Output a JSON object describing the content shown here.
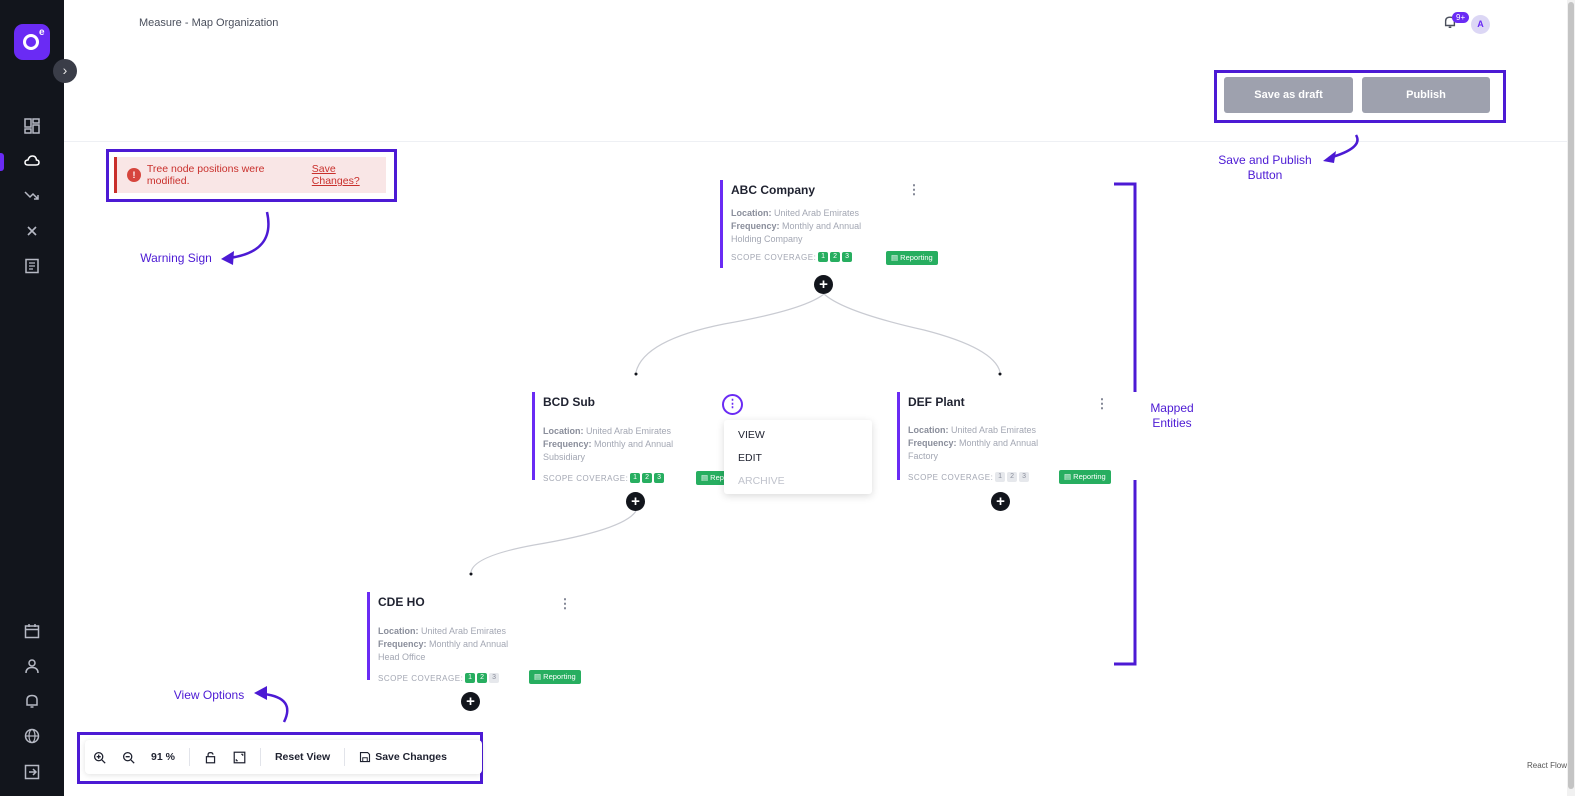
{
  "header": {
    "title": "Measure - Map Organization",
    "notifications_badge": "9+",
    "avatar_initial": "A"
  },
  "actions": {
    "save_draft": "Save as draft",
    "publish": "Publish"
  },
  "warning": {
    "icon": "!",
    "text": "Tree node positions were modified.",
    "link": "Save Changes?"
  },
  "annotations": {
    "warning_sign": "Warning Sign",
    "save_publish_line1": "Save and Publish",
    "save_publish_line2": "Button",
    "mapped_line1": "Mapped",
    "mapped_line2": "Entities",
    "view_options": "View Options"
  },
  "labels": {
    "location": "Location:",
    "frequency": "Frequency:",
    "scope": "SCOPE COVERAGE:",
    "reporting": "Reporting"
  },
  "nodes": [
    {
      "name": "ABC Company",
      "location": "United Arab Emirates",
      "frequency": "Monthly and Annual",
      "type": "Holding Company",
      "scopes": [
        1,
        2,
        3
      ],
      "active": [
        true,
        true,
        true
      ]
    },
    {
      "name": "BCD Sub",
      "location": "United Arab Emirates",
      "frequency": "Monthly and Annual",
      "type": "Subsidiary",
      "scopes": [
        1,
        2,
        3
      ],
      "active": [
        true,
        true,
        true
      ],
      "reporting_partial": "Repo"
    },
    {
      "name": "DEF Plant",
      "location": "United Arab Emirates",
      "frequency": "Monthly and Annual",
      "type": "Factory",
      "scopes": [
        1,
        2,
        3
      ],
      "active": [
        false,
        false,
        false
      ]
    },
    {
      "name": "CDE HO",
      "location": "United Arab Emirates",
      "frequency": "Monthly and Annual",
      "type": "Head Office",
      "scopes": [
        1,
        2,
        3
      ],
      "active": [
        true,
        true,
        false
      ]
    }
  ],
  "context_menu": {
    "view": "VIEW",
    "edit": "EDIT",
    "archive": "ARCHIVE"
  },
  "toolbar": {
    "zoom_level": "91 %",
    "reset_view": "Reset View",
    "save_changes": "Save Changes"
  },
  "attribution": "React Flow"
}
